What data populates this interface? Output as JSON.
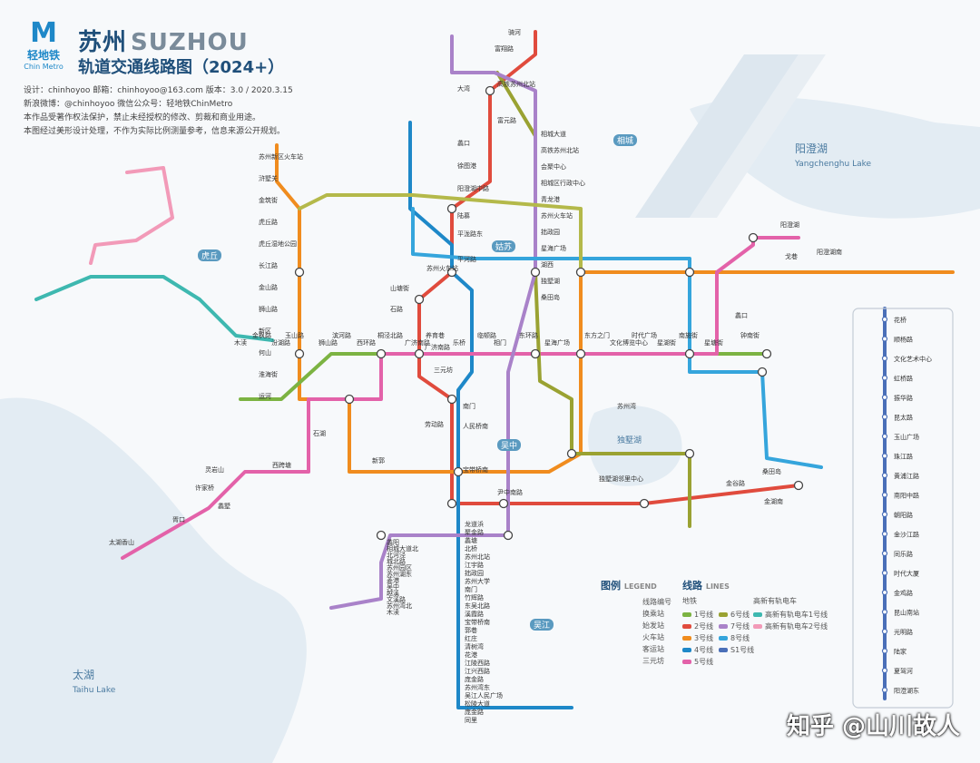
{
  "brand": {
    "logo_cn": "轻地铁",
    "logo_en": "Chin Metro",
    "title_cn": "苏州",
    "title_en": "SUZHOU",
    "subtitle": "轨道交通线路图（2024+）"
  },
  "info": {
    "line1": "设计：chinhoyoo    邮箱：chinhoyoo@163.com    版本：3.0 / 2020.3.15",
    "line2": "新浪微博：@chinhoyoo    微信公众号：轻地铁ChinMetro",
    "line3": "本作品受著作权法保护，禁止未经授权的修改、剪裁和商业用途。",
    "line4": "本图经过美形设计处理，不作为实际比例测量参考，信息来源公开规划。"
  },
  "lakes": {
    "yangcheng": "阳澄湖",
    "yangcheng_en": "Yangchenghu Lake",
    "taihu": "太湖",
    "taihu_en": "Taihu Lake",
    "dushu": "独墅湖",
    "xiangcheng": "相城",
    "gusu": "姑苏",
    "wuzhong": "吴中",
    "wujiang": "吴江",
    "huqiu": "虎丘"
  },
  "legend": {
    "title": "图例",
    "title_en": "LEGEND",
    "lines_title": "线路",
    "lines_en": "LINES",
    "metro": "地铁",
    "tram": "高新有轨电车",
    "items": [
      "线路编号",
      "换乘站",
      "始发站",
      "火车站",
      "客运站",
      "三元坊"
    ],
    "line_names": [
      "1号线",
      "2号线",
      "3号线",
      "4号线",
      "5号线",
      "6号线",
      "7号线",
      "8号线",
      "S1号线",
      "高新有轨电车1号线",
      "高新有轨电车2号线"
    ]
  },
  "stations": {
    "l2_north": [
      "骑河",
      "富翔路",
      "高铁苏州北站",
      "大湾",
      "富元路",
      "蠡口",
      "徐图港",
      "阳澄湖中路",
      "陆慕",
      "平泷路东",
      "平河路",
      "苏州火车站",
      "山塘街",
      "石路",
      "广济南路",
      "三元坊",
      "南门",
      "人民桥南",
      "劳动路",
      "宝带桥南",
      "尹中南路",
      "独墅湖邻里中心",
      "桑田岛",
      "金谷路",
      "金湖南"
    ],
    "l4": [
      "龙道浜",
      "聚金路",
      "蠡塘",
      "北桥",
      "苏州北站",
      "江宇路",
      "拙政园",
      "苏州大学",
      "南门",
      "竹辉路",
      "东吴北路",
      "溪霞路",
      "宝带桥南",
      "郭巷",
      "红庄",
      "清树湾",
      "花港",
      "江陵西路",
      "江兴西路",
      "庞金路",
      "苏州湾东",
      "吴江人民广场",
      "松陵大道",
      "庞金路",
      "同里"
    ],
    "l3_west": [
      "苏州新区火车站",
      "浒墅关",
      "金筑街",
      "虎丘路",
      "虎丘湿地公园",
      "长江路",
      "金山路",
      "狮山路",
      "新区",
      "何山",
      "淮海街",
      "运河"
    ],
    "l1": [
      "木渎",
      "金枫路",
      "汾湖路",
      "玉山路",
      "狮山路",
      "滨河路",
      "西环路",
      "桐泾北路",
      "广济南路",
      "养育巷",
      "乐桥",
      "临顿路",
      "相门",
      "东环路",
      "星海广场",
      "东方之门",
      "文化博览中心",
      "时代广场",
      "星湖街",
      "南施街",
      "星塘街",
      "钟南街"
    ],
    "l5": [
      "太湖香山",
      "灵岩山",
      "胥口",
      "许家桥",
      "蠡墅",
      "西跨塘",
      "石湖",
      "新郭",
      "苏州湾",
      "蠡口",
      "阳澄湖",
      "戈巷",
      "阳澄湖南"
    ],
    "l6": [
      "相城大道",
      "高铁苏州北站",
      "会聚中心",
      "相城区行政中心",
      "青龙港",
      "苏州火车站",
      "拙政园",
      "星海广场",
      "湖西",
      "独墅湖",
      "桑田岛"
    ],
    "l7": [
      "蠡阳",
      "相城大道北",
      "北河泾",
      "城北路",
      "苏州园区",
      "苏州湖东",
      "菱港",
      "吴中",
      "越溪",
      "文溪路",
      "苏州湾北",
      "木渎"
    ],
    "s1": [
      "花桥",
      "顺杨路",
      "文化艺术中心",
      "虹桥路",
      "振华路",
      "昆太路",
      "玉山广场",
      "珠江路",
      "黄浦江路",
      "南阳中路",
      "朝阳路",
      "金沙江路",
      "同乐路",
      "时代大厦",
      "金鸡路",
      "昆山南站",
      "光明路",
      "陆家",
      "夏驾河",
      "阳澄湖东"
    ]
  },
  "watermark": "知乎 @山川故人"
}
